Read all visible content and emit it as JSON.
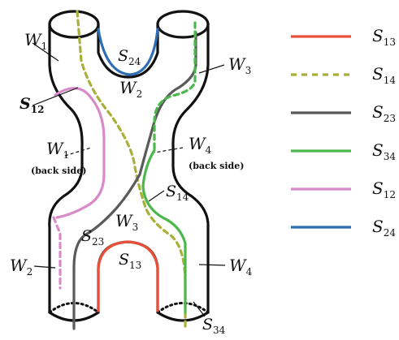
{
  "surface_labels": {
    "w1_left": {
      "main": "W",
      "sub": "1"
    },
    "w1_back": {
      "main": "W",
      "sub": "1",
      "note": "(back side)"
    },
    "w2_top": {
      "main": "W",
      "sub": "2"
    },
    "w2_bottom_left": {
      "main": "W",
      "sub": "2"
    },
    "w3_right": {
      "main": "W",
      "sub": "3"
    },
    "w3_bottom": {
      "main": "W",
      "sub": "3"
    },
    "w4_back": {
      "main": "W",
      "sub": "4",
      "note": "(back side)"
    },
    "w4_right": {
      "main": "W",
      "sub": "4"
    }
  },
  "curve_labels": {
    "s12": {
      "main": "S",
      "sub": "12"
    },
    "s24": {
      "main": "S",
      "sub": "24"
    },
    "s14": {
      "main": "S",
      "sub": "14"
    },
    "s23": {
      "main": "S",
      "sub": "23"
    },
    "s13": {
      "main": "S",
      "sub": "13"
    },
    "s34": {
      "main": "S",
      "sub": "34"
    }
  },
  "legend": [
    {
      "main": "S",
      "sub": "13",
      "color": "#e8503a",
      "dashed": false
    },
    {
      "main": "S",
      "sub": "14",
      "color": "#a8b03a",
      "dashed": true
    },
    {
      "main": "S",
      "sub": "23",
      "color": "#5a5a5a",
      "dashed": false
    },
    {
      "main": "S",
      "sub": "34",
      "color": "#4cb84c",
      "dashed": false
    },
    {
      "main": "S",
      "sub": "12",
      "color": "#d98ac8",
      "dashed": false
    },
    {
      "main": "S",
      "sub": "24",
      "color": "#2e6db4",
      "dashed": false
    }
  ],
  "colors": {
    "s13": "#e8503a",
    "s14": "#a8b03a",
    "s23": "#5a5a5a",
    "s34": "#4cb84c",
    "s12": "#d98ac8",
    "s24": "#2e6db4",
    "outline": "#111111"
  }
}
